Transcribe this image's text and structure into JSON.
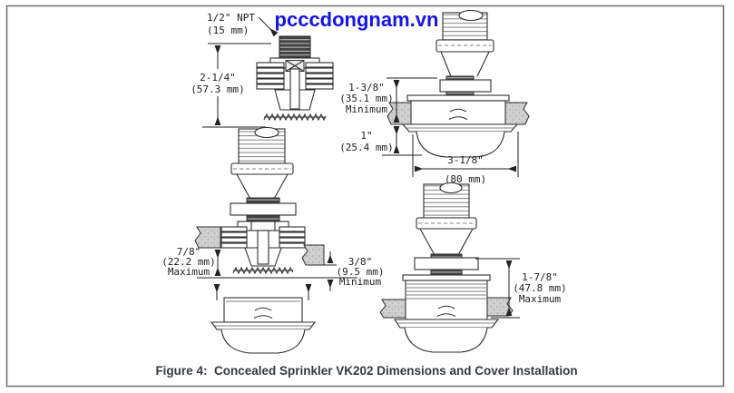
{
  "figure": {
    "watermark": "pcccdongnam.vn",
    "caption": "Figure 4:  Concealed Sprinkler VK202 Dimensions and Cover Installation"
  },
  "colors": {
    "watermark_blue": "#1414e8",
    "caption_ink": "#333a42"
  },
  "dims": {
    "npt": [
      "1/2\" NPT",
      "(15 mm)"
    ],
    "overall_height": [
      "2-1/4\"",
      "(57.3 mm)"
    ],
    "min_recess": [
      "1-3/8\"",
      "(35.1 mm)",
      "Minimum"
    ],
    "cover_projection": [
      "1\"",
      "(25.4 mm)"
    ],
    "cover_diameter": [
      "3-1/8\"",
      "(80 mm)"
    ],
    "max_above_ceiling": [
      "7/8\"",
      "(22.2 mm)",
      "Maximum"
    ],
    "min_gap": [
      "3/8\"",
      "(9.5 mm)",
      "Minimum"
    ],
    "max_depth": [
      "1-7/8\"",
      "(47.8 mm)",
      "Maximum"
    ]
  }
}
